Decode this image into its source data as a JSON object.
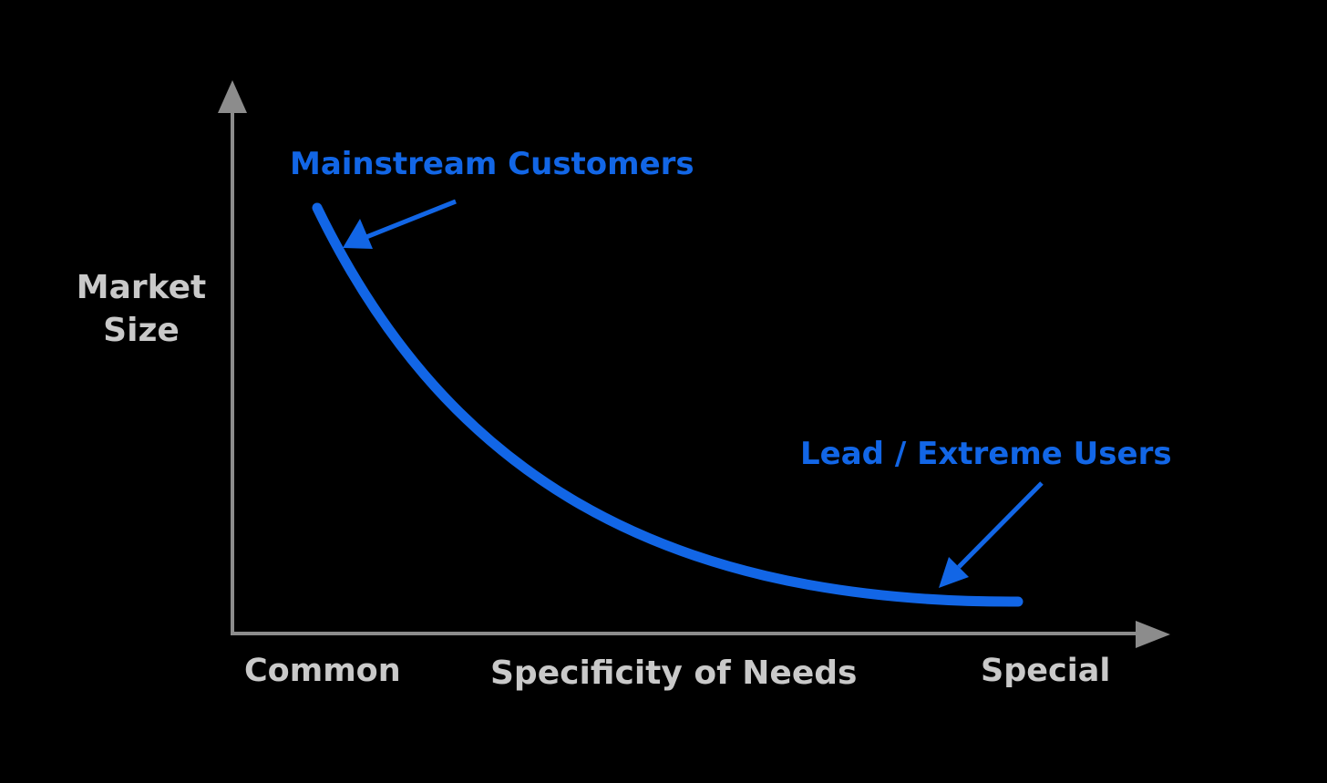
{
  "colors": {
    "background": "#000000",
    "axis": "#8c8c8c",
    "label_text": "#c9c9c9",
    "accent": "#1266e6"
  },
  "y_axis": {
    "label_lines": [
      "Market",
      "Size"
    ]
  },
  "x_axis": {
    "title": "Specificity of Needs",
    "start_label": "Common",
    "end_label": "Special"
  },
  "annotations": {
    "mainstream": "Mainstream Customers",
    "lead": "Lead / Extreme Users"
  }
}
